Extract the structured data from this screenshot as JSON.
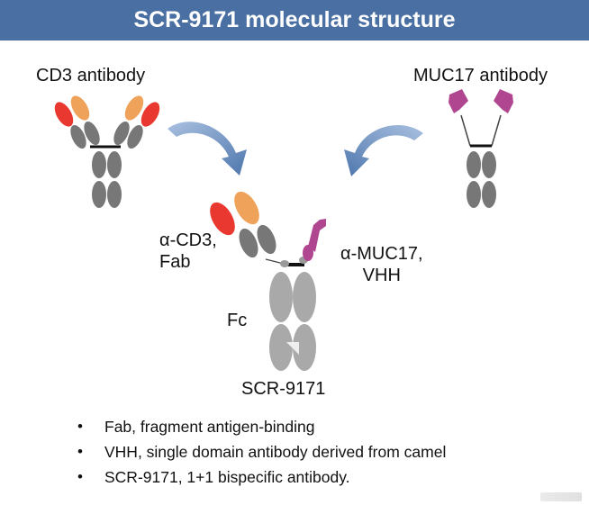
{
  "title": "SCR-9171 molecular structure",
  "labels": {
    "cd3_antibody": "CD3 antibody",
    "muc17_antibody": "MUC17 antibody",
    "alpha_cd3_line1": "α-CD3,",
    "alpha_cd3_line2": "Fab",
    "alpha_muc17_line1": "α-MUC17,",
    "alpha_muc17_line2": "VHH",
    "fc": "Fc",
    "product": "SCR-9171"
  },
  "bullets": [
    "Fab, fragment antigen-binding",
    "VHH, single domain antibody derived from camel",
    "SCR-9171, 1+1 bispecific antibody."
  ],
  "colors": {
    "header": "#4a6fa3",
    "variable_heavy": "#e8382f",
    "variable_light": "#efa25a",
    "vhh": "#b0468f",
    "constant_dark": "#7b7b7b",
    "constant_light": "#a9a9a9",
    "arrow": "#4e77ad"
  }
}
